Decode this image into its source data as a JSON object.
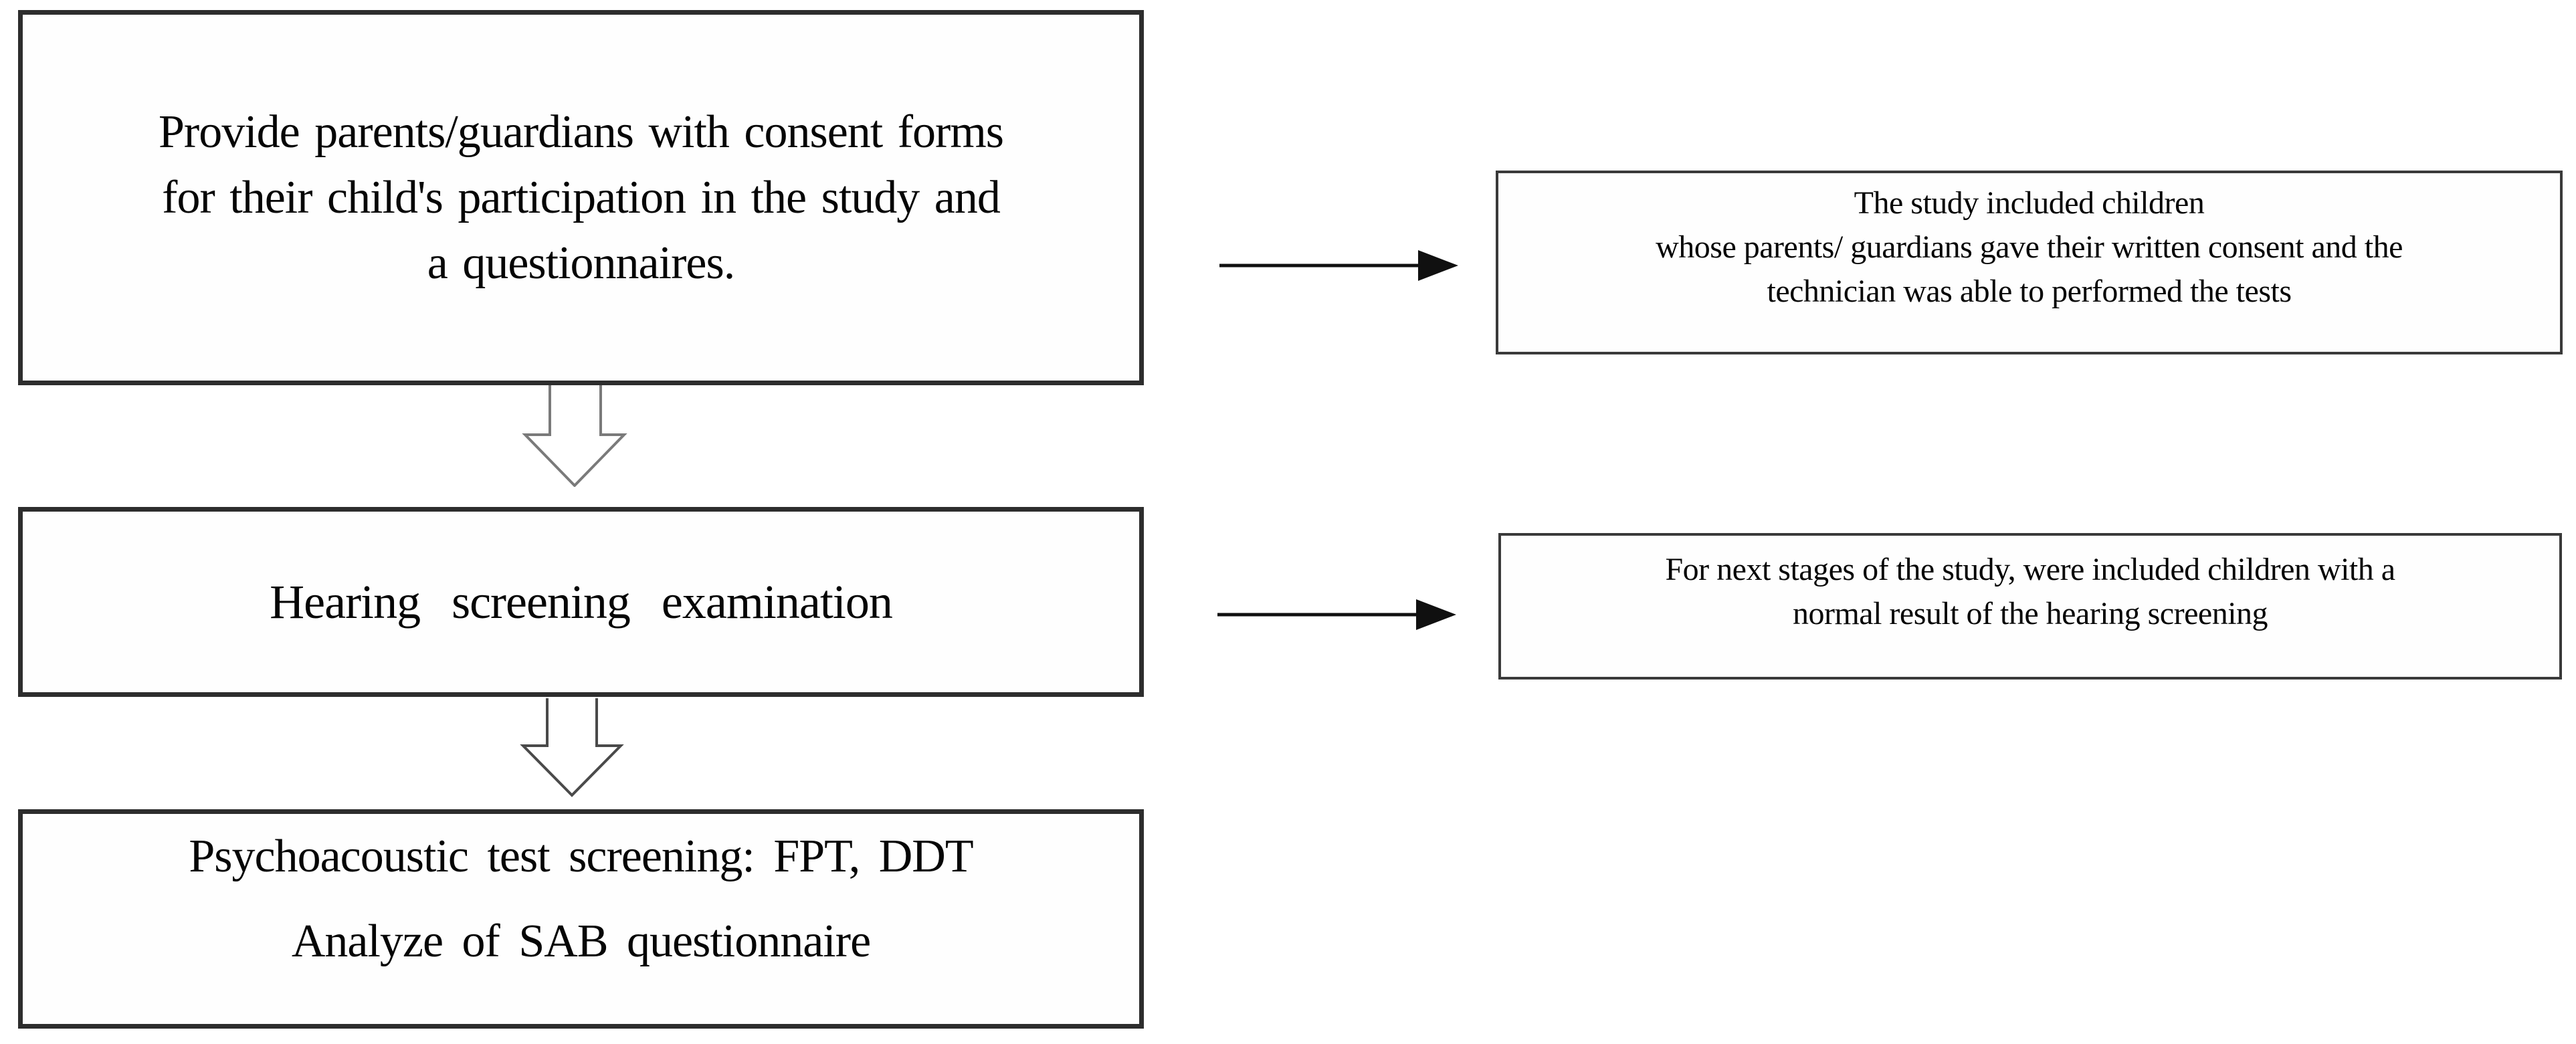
{
  "figure": {
    "type": "flowchart",
    "background": "#ffffff",
    "colors": {
      "step_box_border": "#2d2d2d",
      "note_box_border": "#3a3a3a",
      "connector_black": "#101010",
      "hollow_arrow_stroke_1": "#7a7a7a",
      "hollow_arrow_stroke_2": "#4a4a4a",
      "hollow_arrow_fill": "#ffffff",
      "text": "#050505"
    },
    "flow_steps": [
      {
        "lines": [
          "Provide parents/guardians with consent forms",
          "for their child's participation in the study and",
          "a questionnaires."
        ]
      },
      {
        "lines": [
          "Hearing screening examination"
        ]
      },
      {
        "lines": [
          "Psychoacoustic test screening: FPT, DDT",
          "Analyze of SAB questionnaire"
        ]
      }
    ],
    "side_notes": [
      {
        "lines": [
          "The study included children",
          "whose parents/ guardians gave their written consent and the",
          "technician was able to performed the tests"
        ]
      },
      {
        "lines": [
          "For next stages of the study, were included children with a",
          "normal result of the hearing screening"
        ]
      }
    ]
  }
}
